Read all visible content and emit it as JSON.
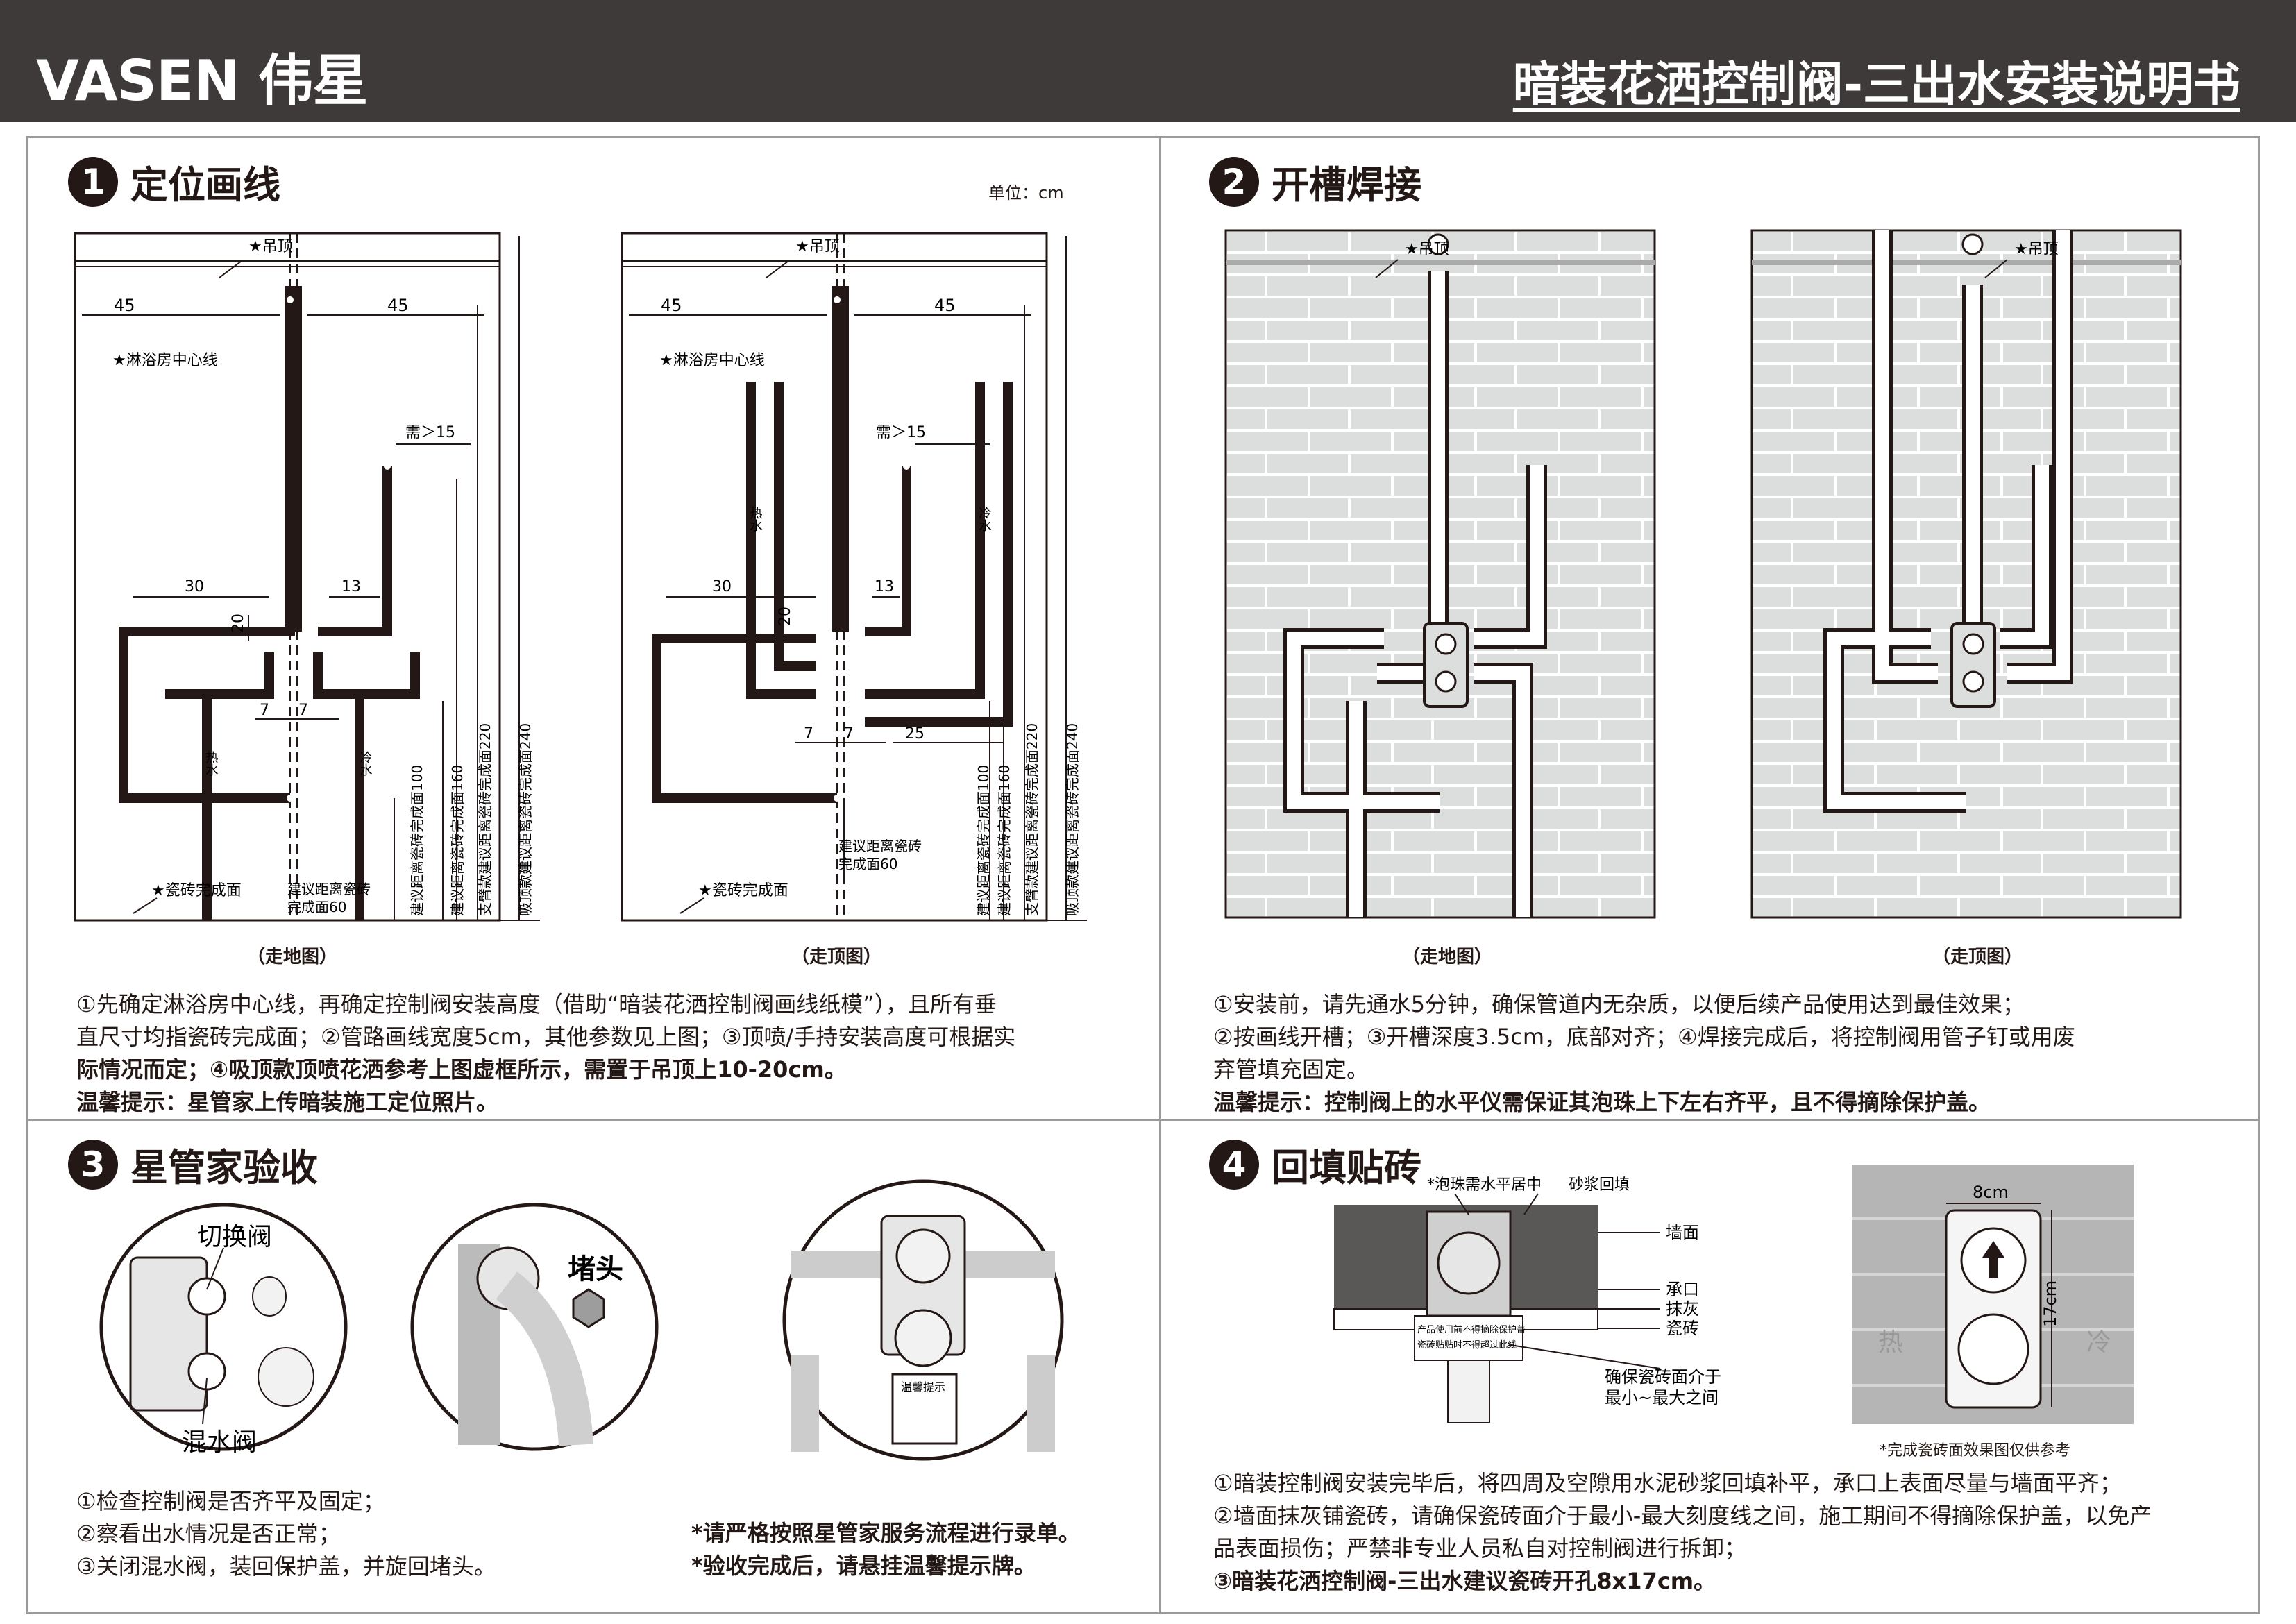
{
  "header": {
    "brand": "VASEN 伟星",
    "title": "暗装花洒控制阀-三出水安装说明书"
  },
  "sec1": {
    "num": "1",
    "title": "定位画线",
    "unit": "单位：cm",
    "left_caption": "（走地图）",
    "right_caption": "（走顶图）",
    "labels": {
      "ceiling": "★吊顶",
      "center_line": "★淋浴房中心线",
      "tile_floor": "★瓷砖完成面",
      "w45": "45",
      "need15": "需＞15",
      "w30": "30",
      "w13": "13",
      "h20": "20",
      "w7": "7",
      "w25": "25",
      "hot": "热水",
      "cold": "冷水",
      "tile60_a": "建议距离瓷砖",
      "tile60_b": "完成面60",
      "h100": "建议距离瓷砖完成面100",
      "h160": "建议距离瓷砖完成面160",
      "h220": "支臂款建议距离瓷砖完成面220",
      "h240": "吸顶款建议距离瓷砖完成面240"
    },
    "notes": [
      "①先确定淋浴房中心线，再确定控制阀安装高度（借助“暗装花洒控制阀画线纸模”），且所有垂",
      "直尺寸均指瓷砖完成面；②管路画线宽度5cm，其他参数见上图；③顶喷/手持安装高度可根据实",
      "际情况而定；④吸顶款顶喷花洒参考上图虚框所示，需置于吊顶上10-20cm。",
      "温馨提示：星管家上传暗装施工定位照片。"
    ]
  },
  "sec2": {
    "num": "2",
    "title": "开槽焊接",
    "left_caption": "（走地图）",
    "right_caption": "（走顶图）",
    "ceiling": "★吊顶",
    "notes": [
      "①安装前，请先通水5分钟，确保管道内无杂质，以便后续产品使用达到最佳效果；",
      "②按画线开槽；③开槽深度3.5cm，底部对齐；④焊接完成后，将控制阀用管子钉或用废",
      "弃管填充固定。",
      "温馨提示：控制阀上的水平仪需保证其泡珠上下左右齐平，且不得摘除保护盖。"
    ]
  },
  "sec3": {
    "num": "3",
    "title": "星管家验收",
    "switch_valve": "切换阀",
    "mix_valve": "混水阀",
    "plug": "堵头",
    "tag_title": "温馨提示",
    "notes": [
      "①检查控制阀是否齐平及固定；",
      "②察看出水情况是否正常；",
      "③关闭混水阀，装回保护盖，并旋回堵头。"
    ],
    "notes2": [
      "*请严格按照星管家服务流程进行录单。",
      "*验收完成后，请悬挂温馨提示牌。"
    ]
  },
  "sec4": {
    "num": "4",
    "title": "回填贴砖",
    "bubble": "*泡珠需水平居中",
    "mortar": "砂浆回填",
    "wall": "墙面",
    "socket": "承口",
    "plaster": "抹灰",
    "tile": "瓷砖",
    "ensure_a": "确保瓷砖面介于",
    "ensure_b": "最小~最大之间",
    "tag1": "产品使用前不得摘除保护盖",
    "tag2": "瓷砖贴贴时不得超过此线",
    "w8": "8cm",
    "h17": "17cm",
    "hot": "热",
    "cold": "冷",
    "photo_caption": "*完成瓷砖面效果图仅供参考",
    "notes": [
      "①暗装控制阀安装完毕后，将四周及空隙用水泥砂浆回填补平，承口上表面尽量与墙面平齐；",
      "②墙面抹灰铺瓷砖，请确保瓷砖面介于最小-最大刻度线之间，施工期间不得摘除保护盖，以免产",
      "品表面损伤；严禁非专业人员私自对控制阀进行拆卸；",
      "③暗装花洒控制阀-三出水建议瓷砖开孔8x17cm。"
    ]
  }
}
